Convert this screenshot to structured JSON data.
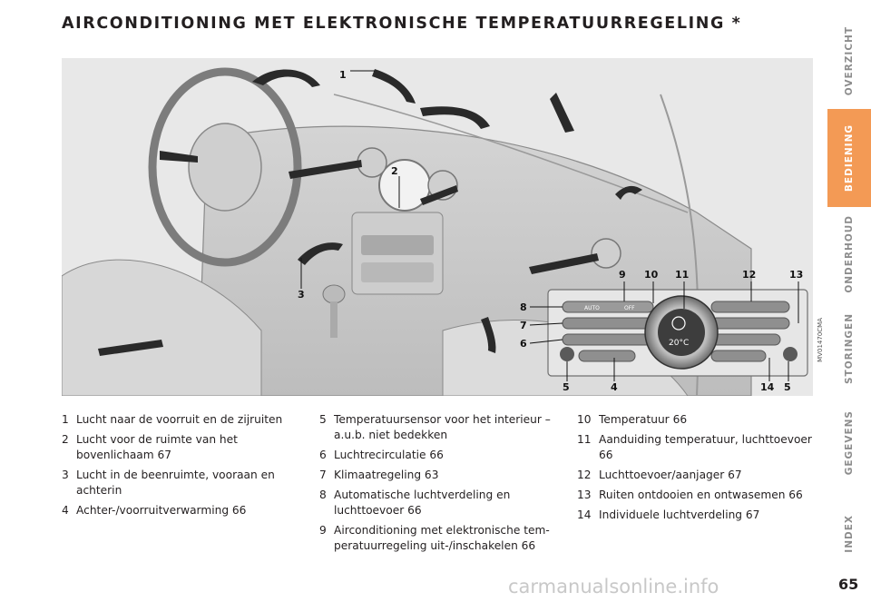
{
  "page": {
    "title": "AIRCONDITIONING MET ELEKTRONISCHE TEMPERATUURREGELING *",
    "page_number": "65",
    "figure_code": "MV01470CMA",
    "watermark": "carmanualsonline.info"
  },
  "sidebar": {
    "tabs": [
      {
        "label": "OVERZICHT",
        "active": false
      },
      {
        "label": "BEDIENING",
        "active": true
      },
      {
        "label": "ONDERHOUD",
        "active": false
      },
      {
        "label": "STORINGEN",
        "active": false
      },
      {
        "label": "GEGEVENS",
        "active": false
      },
      {
        "label": "INDEX",
        "active": false
      }
    ]
  },
  "figure": {
    "callouts": [
      "1",
      "2",
      "3",
      "4",
      "5",
      "5",
      "6",
      "7",
      "8",
      "9",
      "10",
      "11",
      "12",
      "13",
      "14"
    ],
    "panel": {
      "auto_label": "AUTO",
      "off_label": "OFF",
      "display_temp": "20°C"
    }
  },
  "legend": {
    "col1": [
      {
        "num": "1",
        "text": "Lucht naar de voorruit en de zijruiten"
      },
      {
        "num": "2",
        "text": "Lucht voor de ruimte van het bovenlichaam   67"
      },
      {
        "num": "3",
        "text": "Lucht in de beenruimte, vooraan en achterin"
      },
      {
        "num": "4",
        "text": "Achter-/voorruitverwarming   66"
      }
    ],
    "col2": [
      {
        "num": "5",
        "text": "Temperatuursensor voor het interieur – a.u.b. niet bedekken"
      },
      {
        "num": "6",
        "text": "Luchtrecirculatie   66"
      },
      {
        "num": "7",
        "text": "Klimaatregeling   63"
      },
      {
        "num": "8",
        "text": "Automatische luchtverdeling en luchttoevoer   66"
      },
      {
        "num": "9",
        "text": "Airconditioning met elektronische tem-peratuurregeling uit-/inschakelen   66"
      }
    ],
    "col3": [
      {
        "num": "10",
        "text": "Temperatuur   66"
      },
      {
        "num": "11",
        "text": "Aanduiding temperatuur, luchttoevoer   66"
      },
      {
        "num": "12",
        "text": "Luchttoevoer/aanjager   67"
      },
      {
        "num": "13",
        "text": "Ruiten ontdooien en ontwasemen   66"
      },
      {
        "num": "14",
        "text": "Individuele luchtverdeling   67"
      }
    ]
  }
}
